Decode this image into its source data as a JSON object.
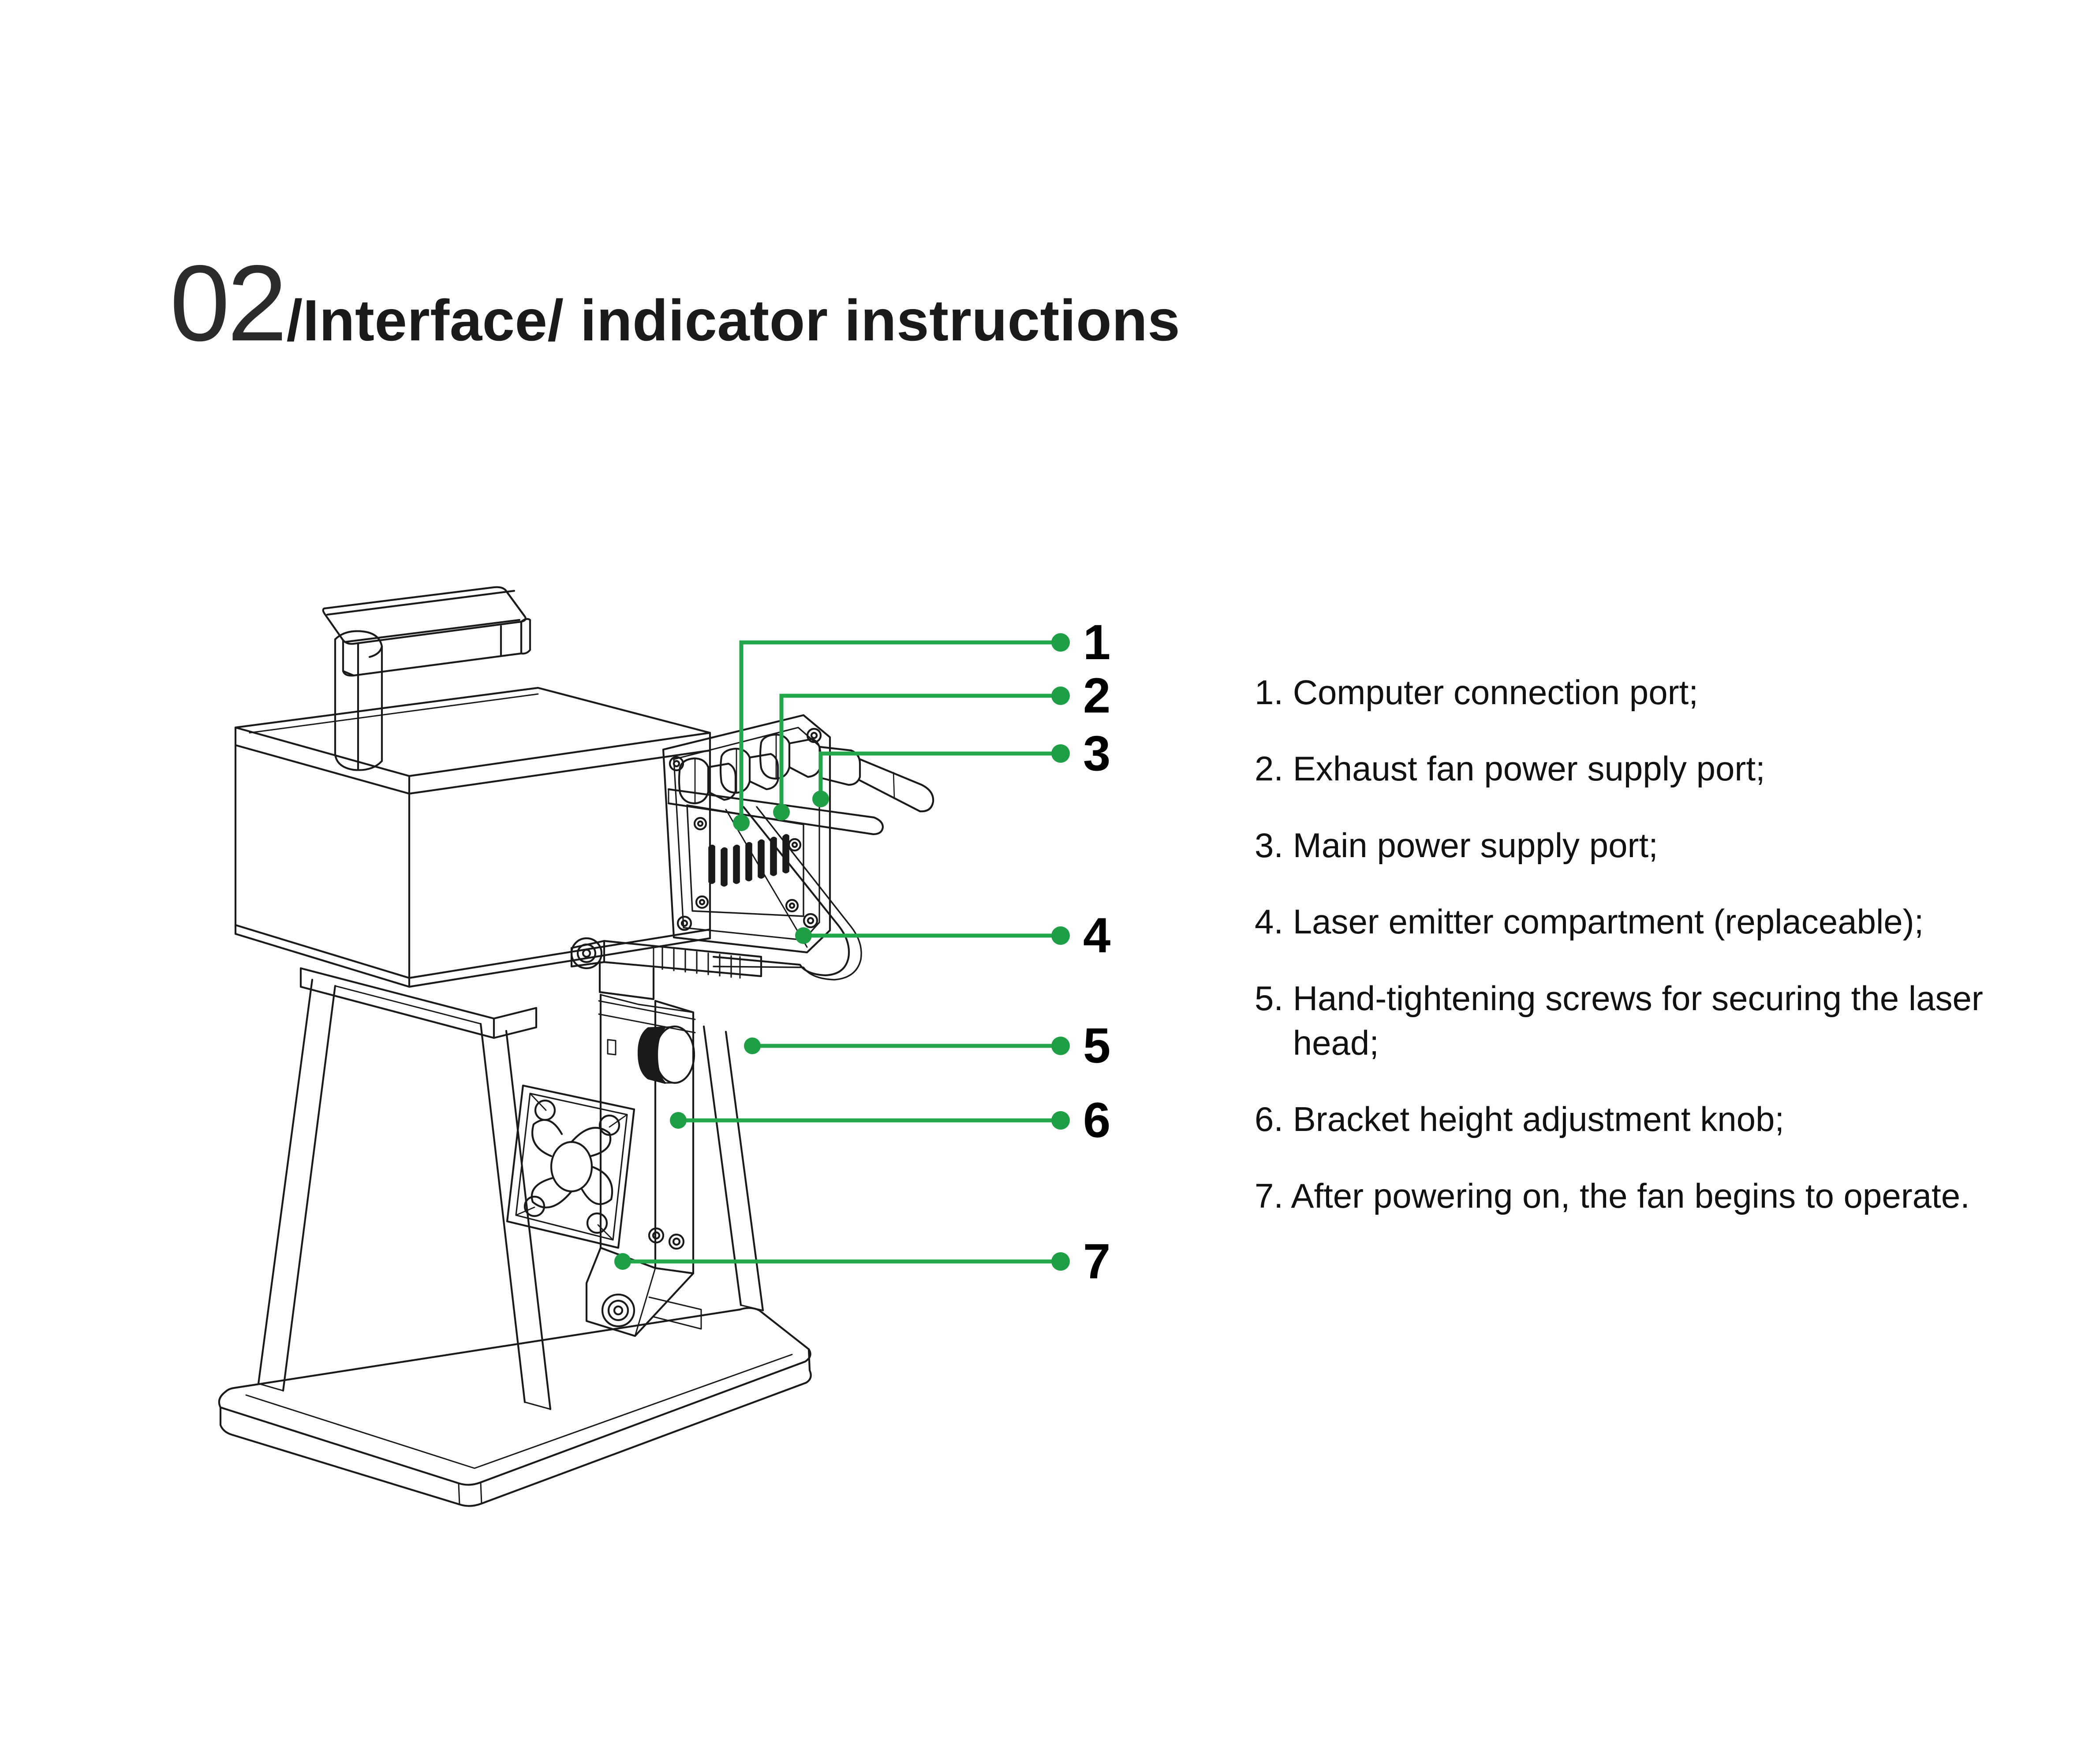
{
  "title": {
    "number": "02",
    "text": "/Interface/  indicator instructions"
  },
  "colors": {
    "leader_green": "#22a84a",
    "title_number": "#2b2b2b",
    "line_art": "#1a1a1a"
  },
  "callouts": [
    {
      "number": "1",
      "target": "computer-connection-port"
    },
    {
      "number": "2",
      "target": "exhaust-fan-power-supply-port"
    },
    {
      "number": "3",
      "target": "main-power-supply-port"
    },
    {
      "number": "4",
      "target": "laser-emitter-compartment"
    },
    {
      "number": "5",
      "target": "hand-tightening-screws"
    },
    {
      "number": "6",
      "target": "bracket-height-adjustment-knob"
    },
    {
      "number": "7",
      "target": "cooling-fan"
    }
  ],
  "legend": {
    "items": [
      "1. Computer connection port;",
      "2. Exhaust fan power supply port;",
      "3. Main power supply port;",
      "4. Laser emitter compartment (replaceable);",
      "5. Hand-tightening screws for securing the laser\n    head;",
      "6. Bracket height adjustment knob;",
      "7. After powering on, the fan begins to operate."
    ]
  },
  "illustration": {
    "name": "handheld-fiber-laser-marking-machine-on-stand",
    "parts": [
      "carry-handle",
      "handle-post",
      "main-enclosure",
      "port-panel",
      "laser-emitter-compartment",
      "vent-slots",
      "support-arm",
      "hand-tightening-screw",
      "height-adjustment-knob",
      "vertical-column",
      "cooling-fan",
      "trapezoid-stand-leg",
      "base-plate"
    ]
  }
}
